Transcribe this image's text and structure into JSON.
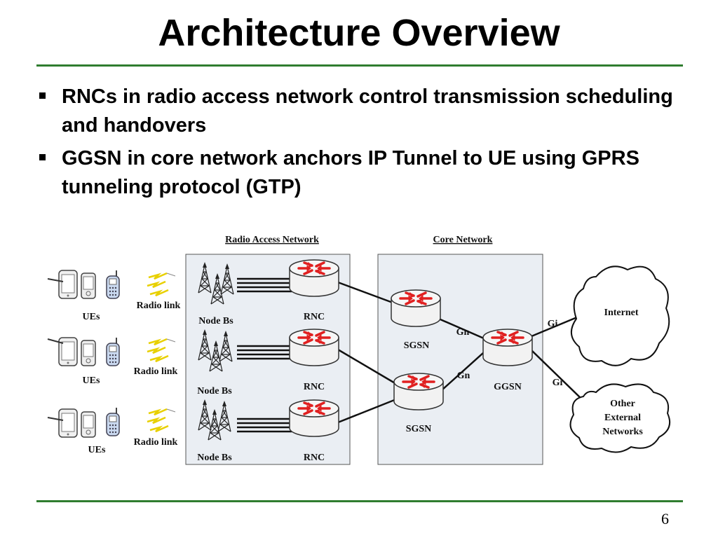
{
  "slide": {
    "title": "Architecture Overview",
    "bullets": [
      "RNCs in radio access network control transmission scheduling and handovers",
      "GGSN in core network anchors IP Tunnel  to UE using GPRS tunneling protocol (GTP)"
    ],
    "page_number": "6"
  },
  "diagram": {
    "ran_title": "Radio Access Network",
    "core_title": "Core Network",
    "rows": [
      {
        "ues": "UEs",
        "radio_link": "Radio link",
        "node_bs": "Node Bs",
        "rnc": "RNC"
      },
      {
        "ues": "UEs",
        "radio_link": "Radio link",
        "node_bs": "Node Bs",
        "rnc": "RNC"
      },
      {
        "ues": "UEs",
        "radio_link": "Radio link",
        "node_bs": "Node Bs",
        "rnc": "RNC"
      }
    ],
    "sgsn_top": "SGSN",
    "sgsn_bottom": "SGSN",
    "ggsn": "GGSN",
    "gn_top": "Gn",
    "gn_bottom": "Gn",
    "gi_top": "Gi",
    "gi_bottom": "Gi",
    "internet": "Internet",
    "other_networks": [
      "Other",
      "External",
      "Networks"
    ],
    "colors": {
      "router_red": "#e02020",
      "panel_fill": "#eaeef3",
      "rule_green": "#2f7d2f"
    }
  }
}
